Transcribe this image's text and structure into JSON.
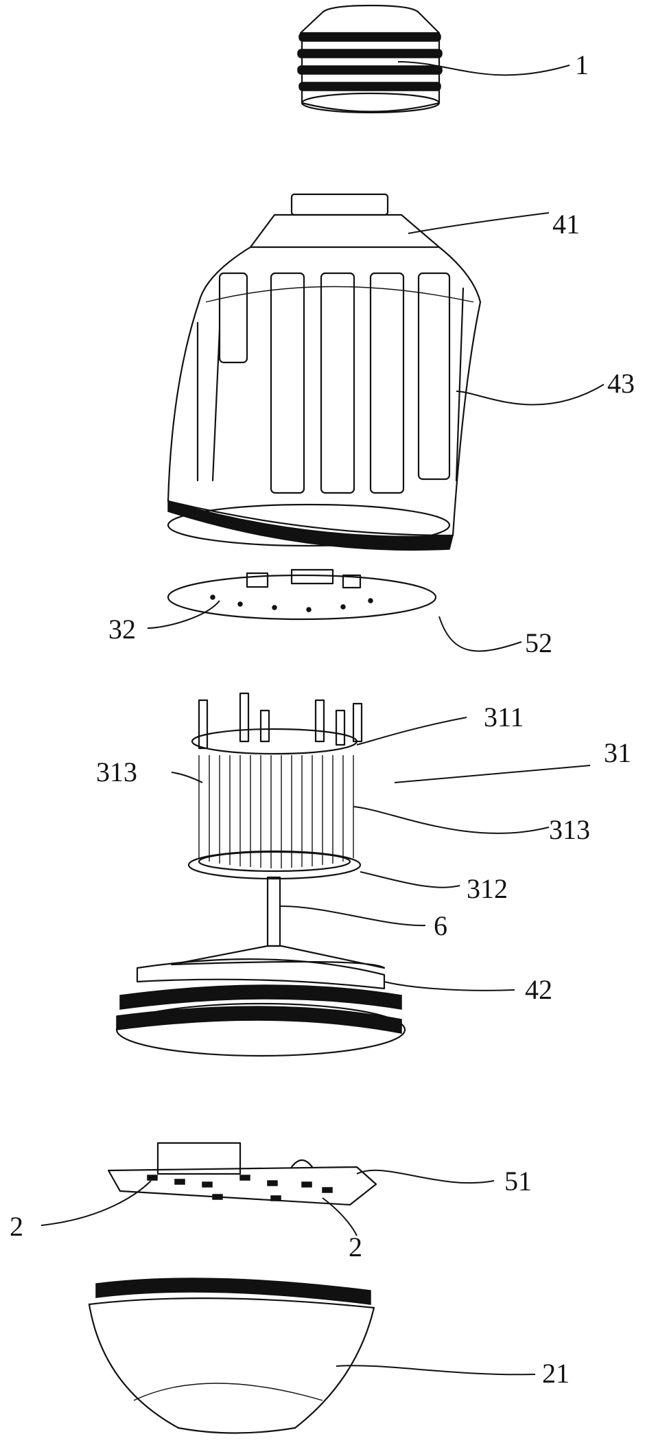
{
  "figure": {
    "labels": {
      "l1": "1",
      "l41": "41",
      "l43": "43",
      "l32": "32",
      "l52": "52",
      "l311": "311",
      "l31": "31",
      "l313a": "313",
      "l313b": "313",
      "l312": "312",
      "l6": "6",
      "l42": "42",
      "l51": "51",
      "l2a": "2",
      "l2b": "2",
      "l21": "21"
    }
  }
}
